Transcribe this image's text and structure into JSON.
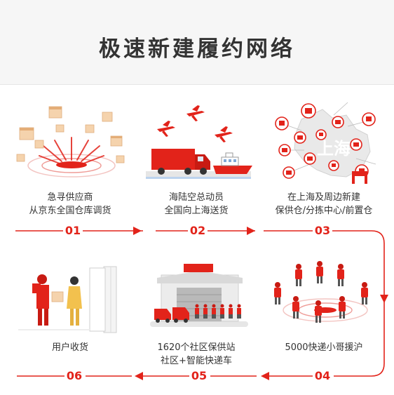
{
  "title": "极速新建履约网络",
  "map_label": "上海",
  "steps": [
    {
      "number": "01",
      "line1": "急寻供应商",
      "line2": "从京东全国仓库调货"
    },
    {
      "number": "02",
      "line1": "海陆空总动员",
      "line2": "全国向上海送货"
    },
    {
      "number": "03",
      "line1": "在上海及周边新建",
      "line2": "保供仓/分拣中心/前置仓"
    },
    {
      "number": "04",
      "line1": "5000快递小哥援沪",
      "line2": ""
    },
    {
      "number": "05",
      "line1": "1620个社区保供站",
      "line2": "社区+智能快递车"
    },
    {
      "number": "06",
      "line1": "用户收货",
      "line2": ""
    }
  ],
  "colors": {
    "accent": "#e2231a",
    "text": "#333333",
    "header_bg": "#f6f6f6"
  }
}
